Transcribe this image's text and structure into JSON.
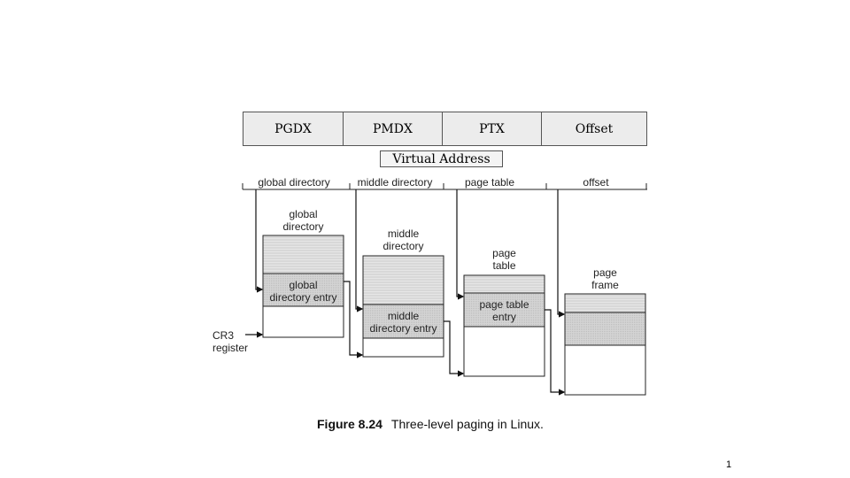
{
  "header_fields": [
    "PGDX",
    "PMDX",
    "PTX",
    "Offset"
  ],
  "header_caption": "Virtual Address",
  "field_labels": [
    "global directory",
    "middle directory",
    "page table",
    "offset"
  ],
  "tables": {
    "global": {
      "title": "global\ndirectory",
      "entry": "global\ndirectory entry"
    },
    "middle": {
      "title": "middle\ndirectory",
      "entry": "middle\ndirectory entry"
    },
    "page_table": {
      "title": "page\ntable",
      "entry": "page table\nentry"
    },
    "page_frame": {
      "title": "page\nframe"
    }
  },
  "cr3_label": "CR3\nregister",
  "caption": {
    "figure": "Figure 8.24",
    "text": "Three-level paging in Linux."
  },
  "page_number": "1"
}
